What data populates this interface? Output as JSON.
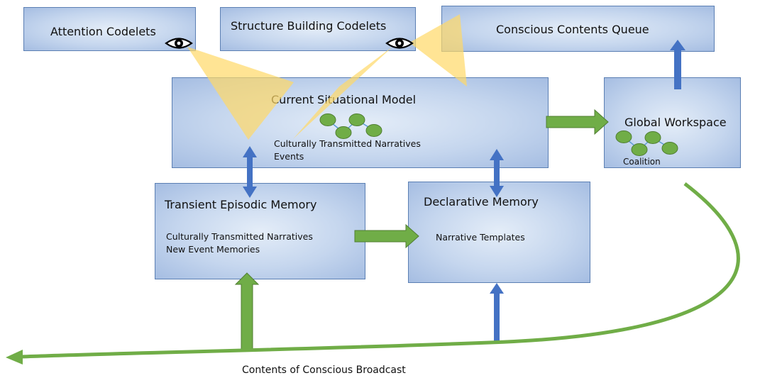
{
  "boxes": {
    "attention_codelets": "Attention Codelets",
    "structure_building_codelets": "Structure Building Codelets",
    "conscious_contents_queue": "Conscious Contents Queue",
    "current_situational_model": {
      "title": "Current Situational Model",
      "lines": [
        "Culturally Transmitted Narratives",
        "Events"
      ]
    },
    "global_workspace": {
      "title": "Global Workspace",
      "label": "Coalition"
    },
    "transient_episodic_memory": {
      "title": "Transient Episodic Memory",
      "lines": [
        "Culturally Transmitted Narratives",
        "New Event Memories"
      ]
    },
    "declarative_memory": {
      "title": "Declarative Memory",
      "line": "Narrative Templates"
    }
  },
  "broadcast_label": "Contents of Conscious Broadcast",
  "icons": {
    "eye": "eye-icon",
    "node_cluster": "node-cluster-icon"
  },
  "colors": {
    "box_border": "#5b7fb3",
    "blue_arrow": "#4472c4",
    "green_arrow": "#70ad47",
    "node_fill": "#70ad47",
    "beam": "#ffd966"
  }
}
